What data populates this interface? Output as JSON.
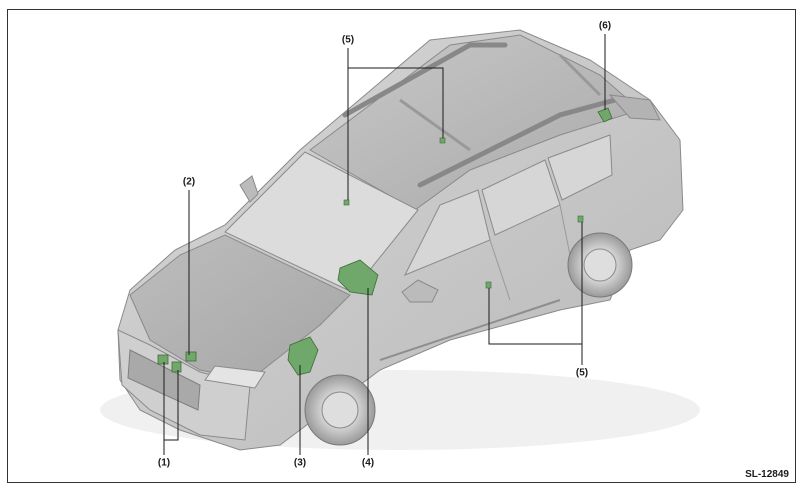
{
  "figure": {
    "reference_code": "SL-12849",
    "colors": {
      "highlight": "#6fa86a",
      "body": "#c9c9c9",
      "glass": "#b6b6b6",
      "line": "#1a1a1a"
    }
  },
  "callouts": [
    {
      "id": "c1",
      "label": "(1)"
    },
    {
      "id": "c2",
      "label": "(2)"
    },
    {
      "id": "c3",
      "label": "(3)"
    },
    {
      "id": "c4",
      "label": "(4)"
    },
    {
      "id": "c5a",
      "label": "(5)"
    },
    {
      "id": "c5b",
      "label": "(5)"
    },
    {
      "id": "c6",
      "label": "(6)"
    }
  ]
}
